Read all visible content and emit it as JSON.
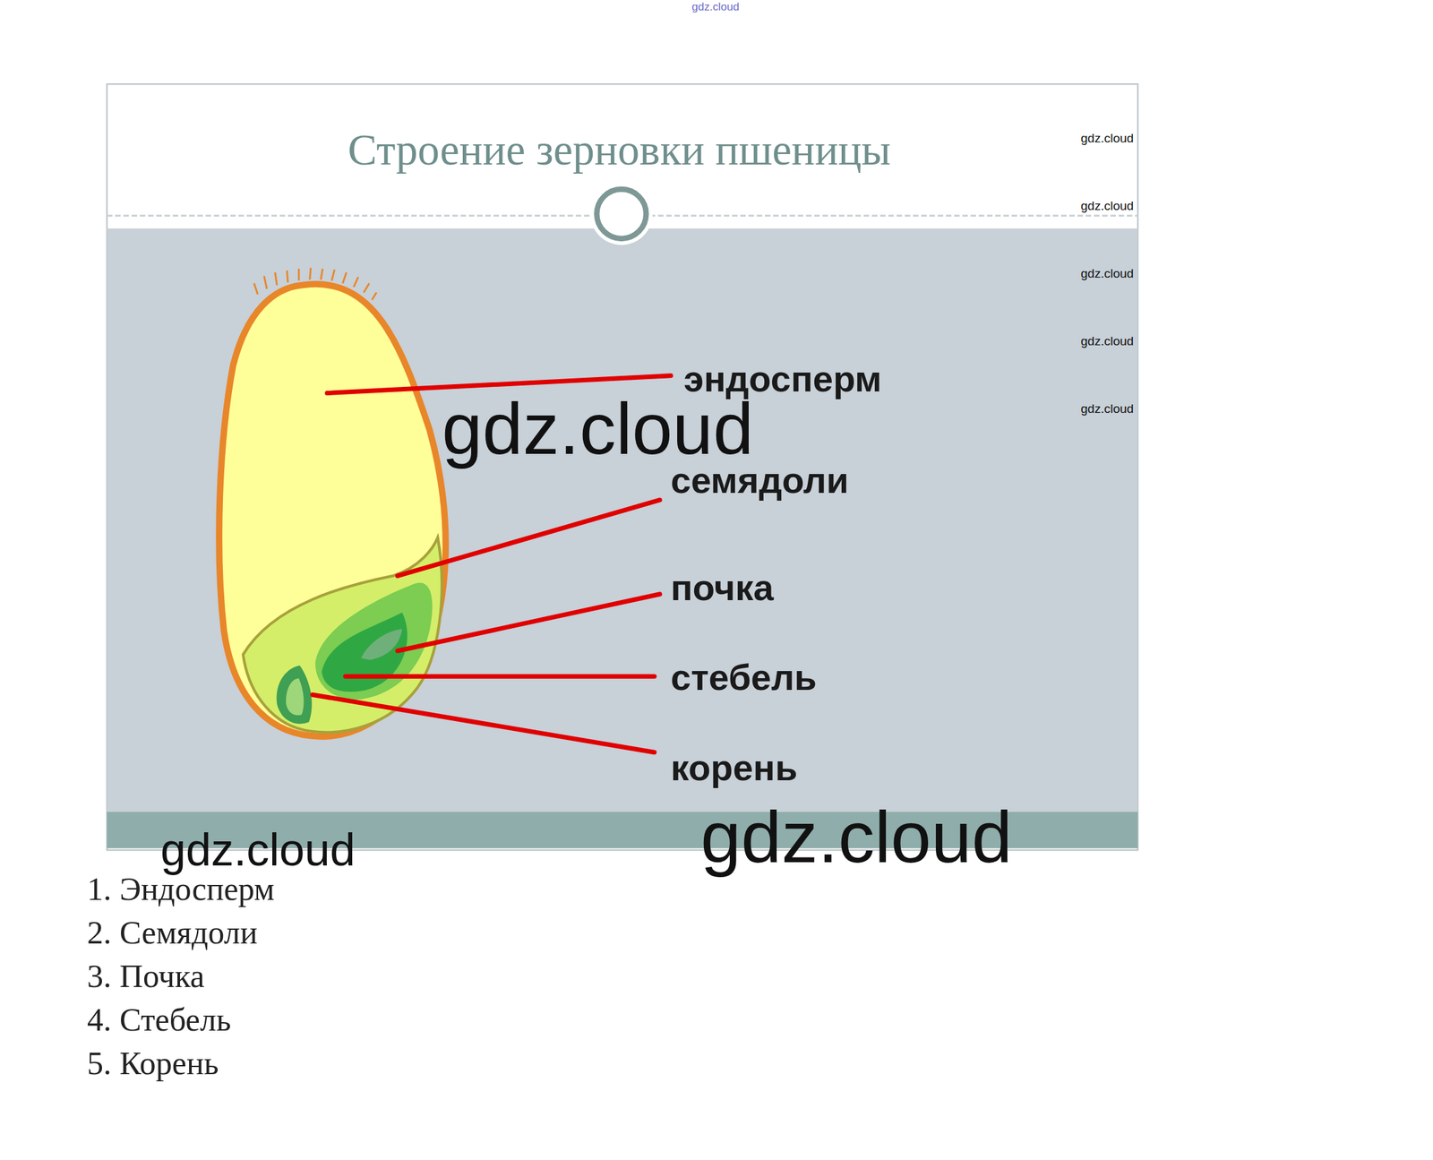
{
  "diagram": {
    "title": "Строение зерновки пшеницы",
    "labels": [
      "gdz.cloud",
      "gdz.cloud",
      "gdz.cloud",
      "gdz.cloud",
      "gdz.cloud",
      "gdz.cloud",
      "эндосперм",
      "gdz.cloud",
      "семядоли",
      "почка",
      "стебель",
      "корень",
      "gdz.cloud",
      "gdz.cloud",
      "1. Эндосперм",
      "2. Семядоли",
      "3. Почка",
      "4. Стебель",
      "5. Корень"
    ]
  }
}
